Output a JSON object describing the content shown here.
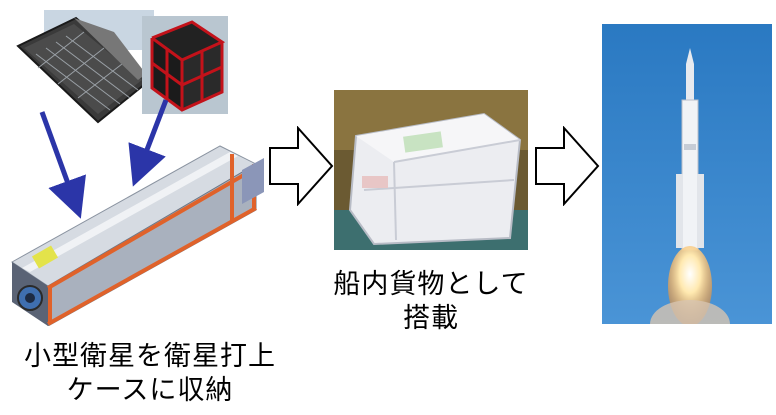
{
  "steps": [
    {
      "caption_line1": "小型衛星を衛星打上",
      "caption_line2": "ケースに収納"
    },
    {
      "caption_line1": "船内貨物として",
      "caption_line2": "搭載"
    },
    {
      "caption_line1": "",
      "caption_line2": ""
    }
  ],
  "colors": {
    "guide_arrow": "#2b35a8",
    "flow_arrow_stroke": "#000000",
    "case_orange": "#e0622a",
    "cubesat_red": "#c3121a",
    "sky_blue": "#2f7fc8"
  },
  "images": {
    "satellite_left": "satellite-panel-image",
    "cubesat_red": "red-cubesat-image",
    "deployer_case": "launch-case-image",
    "cargo_bag": "cargo-bag-image",
    "rocket_launch": "rocket-launch-image"
  }
}
